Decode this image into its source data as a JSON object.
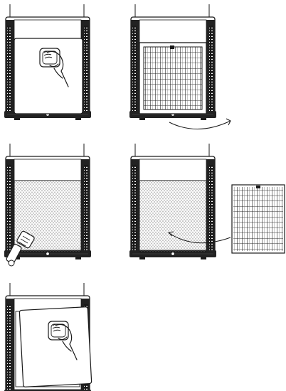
{
  "manual": {
    "steps": [
      {
        "id": 1,
        "action": "remove-front-cover",
        "icons": [
          "hand-icon"
        ]
      },
      {
        "id": 2,
        "action": "take-out-carbon-filter",
        "icons": [
          "curved-arrow-icon"
        ]
      },
      {
        "id": 3,
        "action": "vacuum-pre-filter",
        "icons": [
          "vacuum-nozzle-icon"
        ]
      },
      {
        "id": 4,
        "action": "insert-new-filter",
        "icons": [
          "curved-arrow-icon"
        ]
      },
      {
        "id": 5,
        "action": "reattach-front-cover",
        "icons": [
          "hand-icon"
        ]
      }
    ],
    "colors": {
      "line": "#1a1a1a",
      "panel": "#ffffff",
      "dark": "#222222",
      "mesh": "#9a9a9a"
    }
  }
}
